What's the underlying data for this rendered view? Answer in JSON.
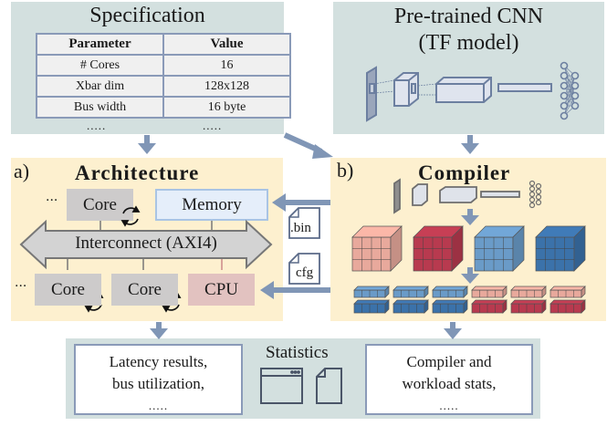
{
  "specification": {
    "title": "Specification",
    "table": {
      "headers": [
        "Parameter",
        "Value"
      ],
      "rows": [
        [
          "# Cores",
          "16"
        ],
        [
          "Xbar dim",
          "128x128"
        ],
        [
          "Bus width",
          "16 byte"
        ]
      ],
      "ellipsis": [
        ".....",
        "....."
      ]
    }
  },
  "cnn": {
    "title_line1": "Pre-trained CNN",
    "title_line2": "(TF model)",
    "icon": "cnn-network-icon"
  },
  "architecture": {
    "label": "a)",
    "title": "Architecture",
    "leading_dots_top": "···",
    "leading_dots_bottom": "···",
    "core_label": "Core",
    "memory_label": "Memory",
    "interconnect_label": "Interconnect (AXI4)",
    "cpu_label": "CPU",
    "colors": {
      "core": "#cdcbcb",
      "memory": "#e5eefa",
      "cpu": "#e2c2c0"
    }
  },
  "files": {
    "bin_label": ".bin",
    "cfg_label": "cfg"
  },
  "compiler": {
    "label": "b)",
    "title": "Compiler",
    "tensor_colors": [
      "#e8a99c",
      "#b83a4f",
      "#6a9bc8",
      "#3b72aa"
    ],
    "tile_groups": [
      {
        "top": "#6a9bc8",
        "bottom": "#3b72aa"
      },
      {
        "top": "#6a9bc8",
        "bottom": "#3b72aa"
      },
      {
        "top": "#6a9bc8",
        "bottom": "#3b72aa"
      },
      {
        "top": "#e8a99c",
        "bottom": "#b83a4f"
      },
      {
        "top": "#e8a99c",
        "bottom": "#b83a4f"
      },
      {
        "top": "#e8a99c",
        "bottom": "#b83a4f"
      }
    ]
  },
  "statistics": {
    "title": "Statistics",
    "left_box": {
      "line1": "Latency results,",
      "line2": "bus utilization,",
      "line3": "....."
    },
    "right_box": {
      "line1": "Compiler and",
      "line2": "workload stats,",
      "line3": "....."
    },
    "icons": [
      "browser-window-icon",
      "document-icon"
    ]
  },
  "colors": {
    "panel_teal": "#d3e0df",
    "panel_yellow": "#fdf0cf",
    "arrow": "#8096b6",
    "outline": "#5a6a88"
  }
}
